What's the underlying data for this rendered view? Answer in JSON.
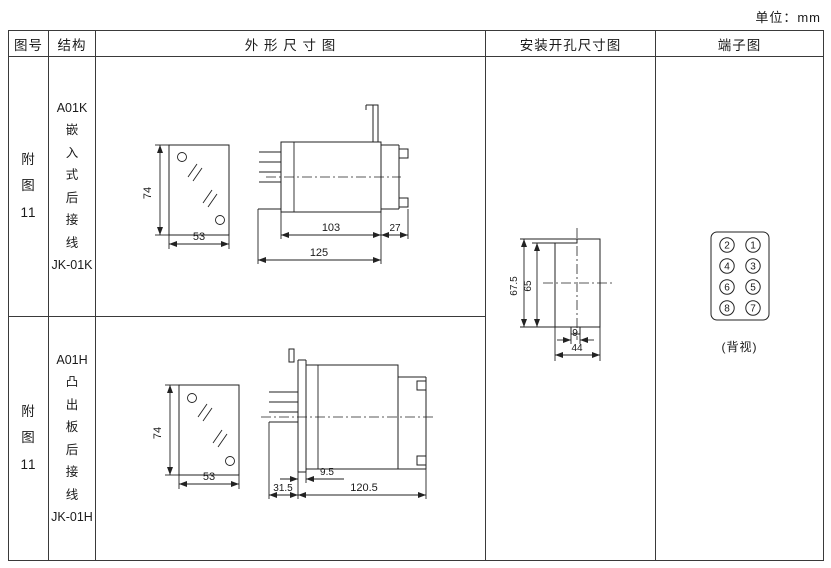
{
  "unit_label": "单位：mm",
  "table": {
    "headers": [
      "图号",
      "结构",
      "外 形 尺 寸 图",
      "安装开孔尺寸图",
      "端子图"
    ],
    "rows": [
      {
        "figure_no": "附\n图\n11",
        "structure": "A01K\n嵌\n入\n式\n后\n接\n线\nJK-01K",
        "dims": {
          "height": "74",
          "width": "53",
          "depth": "103",
          "flange": "27",
          "total": "125"
        }
      },
      {
        "figure_no": "附\n图\n11",
        "structure": "A01H\n凸\n出\n板\n后\n接\n线\nJK-01H",
        "dims": {
          "height": "74",
          "width": "53",
          "front": "31.5",
          "panel": "9.5",
          "total": "120.5"
        }
      }
    ],
    "mounting_dims": {
      "outer_height": "67.5",
      "inner_height": "65",
      "slot_width": "9",
      "width": "44"
    },
    "terminal": {
      "numbers": [
        "2",
        "1",
        "4",
        "3",
        "6",
        "5",
        "8",
        "7"
      ],
      "caption": "(背视)"
    }
  },
  "colors": {
    "line": "#222222",
    "table_border": "#3a3a3a",
    "background": "#ffffff"
  }
}
